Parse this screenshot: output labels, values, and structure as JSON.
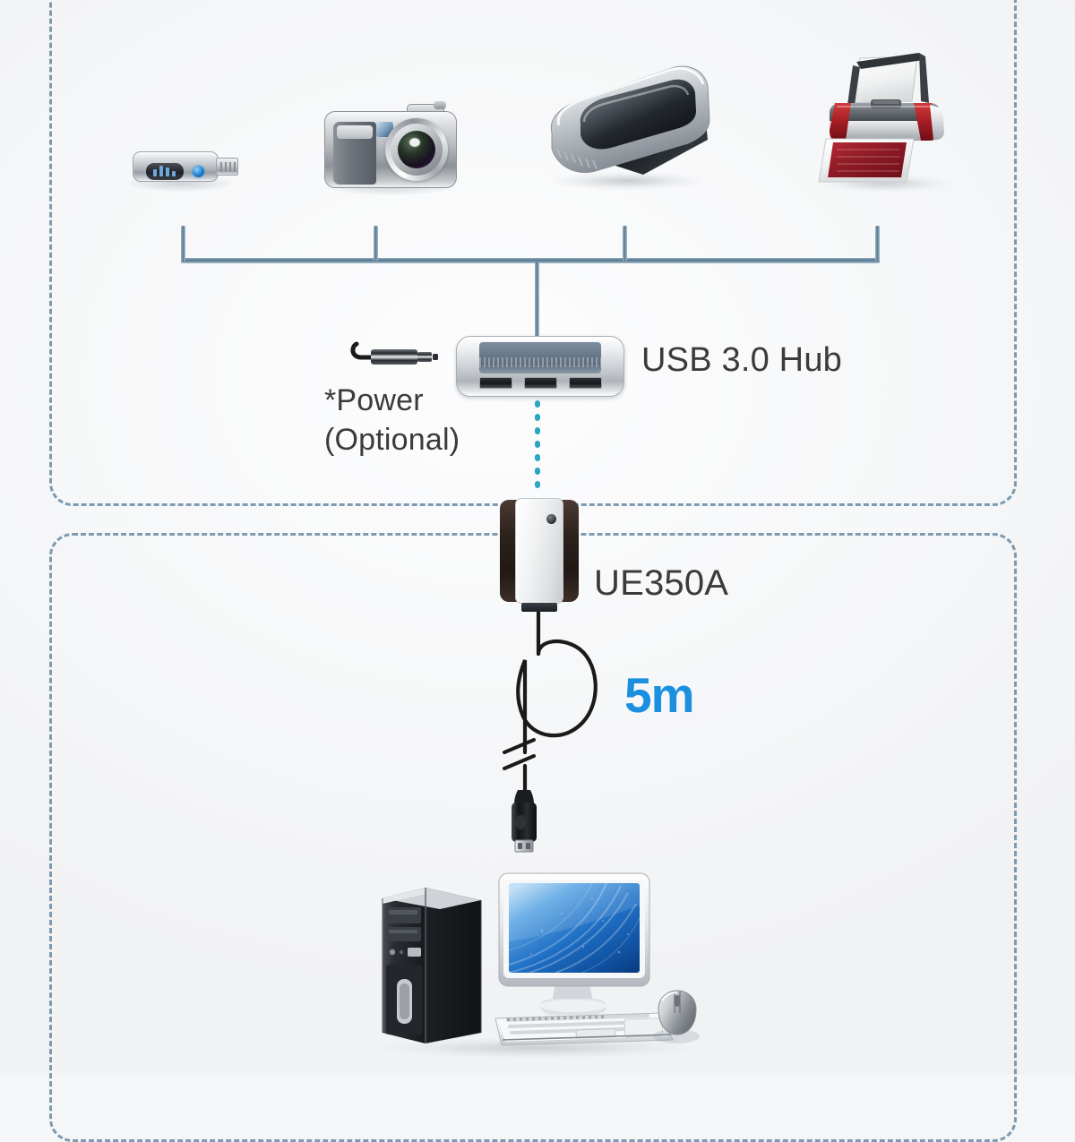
{
  "diagram": {
    "title": "USB 3.0 Hub connection diagram",
    "background_color": "#f5f6f7",
    "accent_color": "#1b90e0",
    "line_color": "#5f7d93",
    "dash_color": "#7d9ab0",
    "dot_color": "#2aa6c4"
  },
  "groups": [
    {
      "id": "devices",
      "name": "usb-devices-group"
    },
    {
      "id": "host",
      "name": "host-computer-group"
    }
  ],
  "devices": [
    {
      "id": "flash-drive",
      "name": "usb-flash-drive",
      "label": ""
    },
    {
      "id": "camera",
      "name": "digital-camera",
      "label": ""
    },
    {
      "id": "scanner",
      "name": "external-hard-drive",
      "label": ""
    },
    {
      "id": "printer",
      "name": "printer",
      "label": ""
    }
  ],
  "hub": {
    "label": "USB 3.0 Hub",
    "port_count": 3
  },
  "power": {
    "line1": "*Power",
    "line2": "(Optional)"
  },
  "extender": {
    "label": "UE350A"
  },
  "cable": {
    "length_label": "5m"
  },
  "computer": {
    "name": "desktop-computer",
    "parts": [
      "tower",
      "monitor",
      "keyboard",
      "mouse"
    ]
  }
}
